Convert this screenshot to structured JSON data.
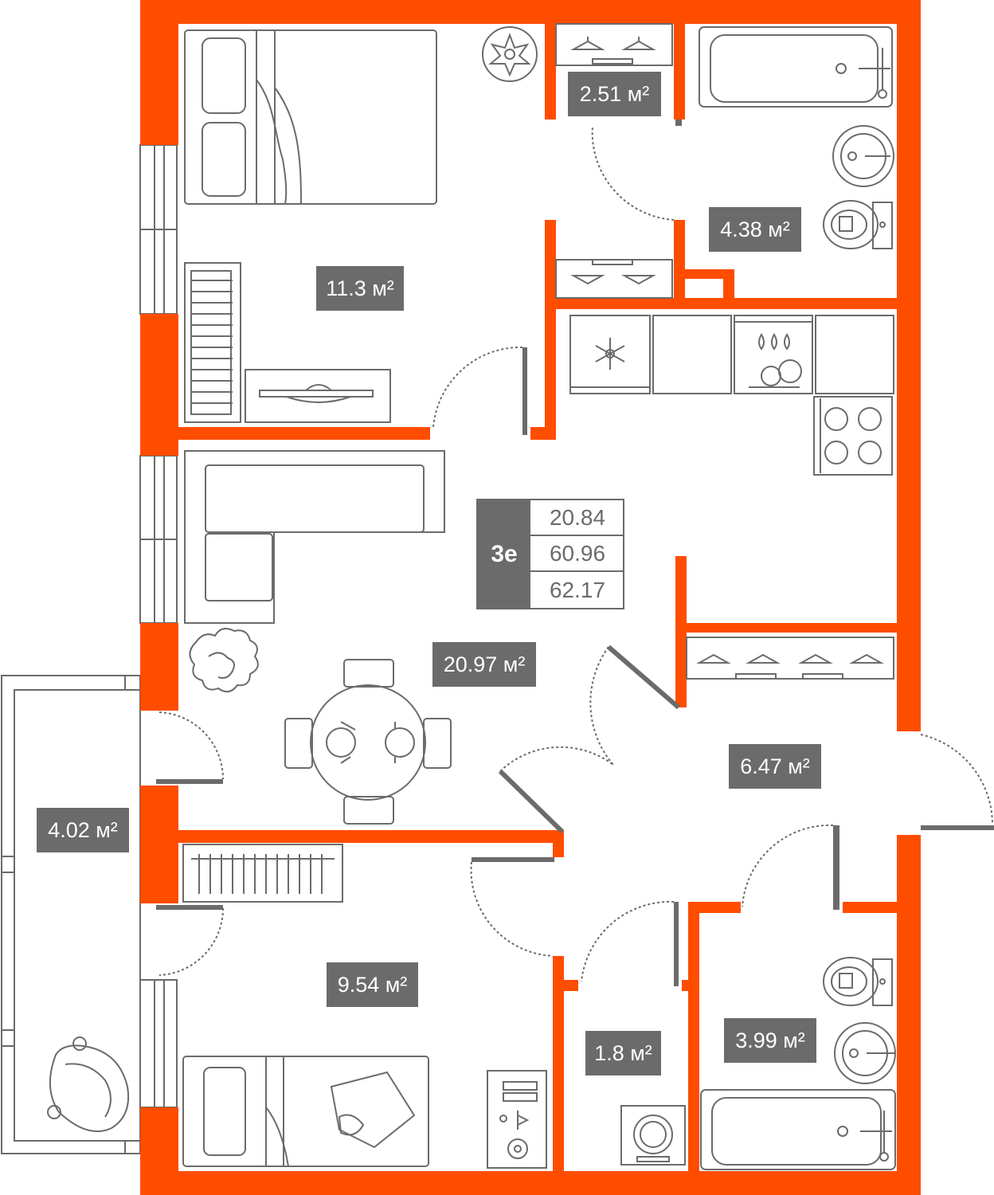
{
  "colors": {
    "wall": "#ff4d00",
    "furniture": "#6b6b6b",
    "label_bg": "#6b6b6b",
    "label_text": "#ffffff"
  },
  "rooms": [
    {
      "id": "bedroom-1",
      "area": "11.3 м²"
    },
    {
      "id": "wardrobe-1",
      "area": "2.51 м²"
    },
    {
      "id": "bathroom-1",
      "area": "4.38 м²"
    },
    {
      "id": "living-kitchen",
      "area": "20.97 м²"
    },
    {
      "id": "hallway",
      "area": "6.47 м²"
    },
    {
      "id": "balcony",
      "area": "4.02 м²"
    },
    {
      "id": "bedroom-2",
      "area": "9.54 м²"
    },
    {
      "id": "laundry",
      "area": "1.8 м²"
    },
    {
      "id": "bathroom-2",
      "area": "3.99 м²"
    }
  ],
  "summary": {
    "code": "3е",
    "values": [
      "20.84",
      "60.96",
      "62.17"
    ]
  },
  "icons": [
    "bed-icon",
    "plant-icon",
    "wardrobe-icon",
    "bathtub-icon",
    "sink-icon",
    "toilet-icon",
    "radiator-icon",
    "desk-icon",
    "fridge-icon",
    "dishwasher-icon",
    "stove-icon",
    "sofa-icon",
    "dining-table-icon",
    "washing-machine-icon",
    "armchair-icon",
    "shelf-icon"
  ]
}
